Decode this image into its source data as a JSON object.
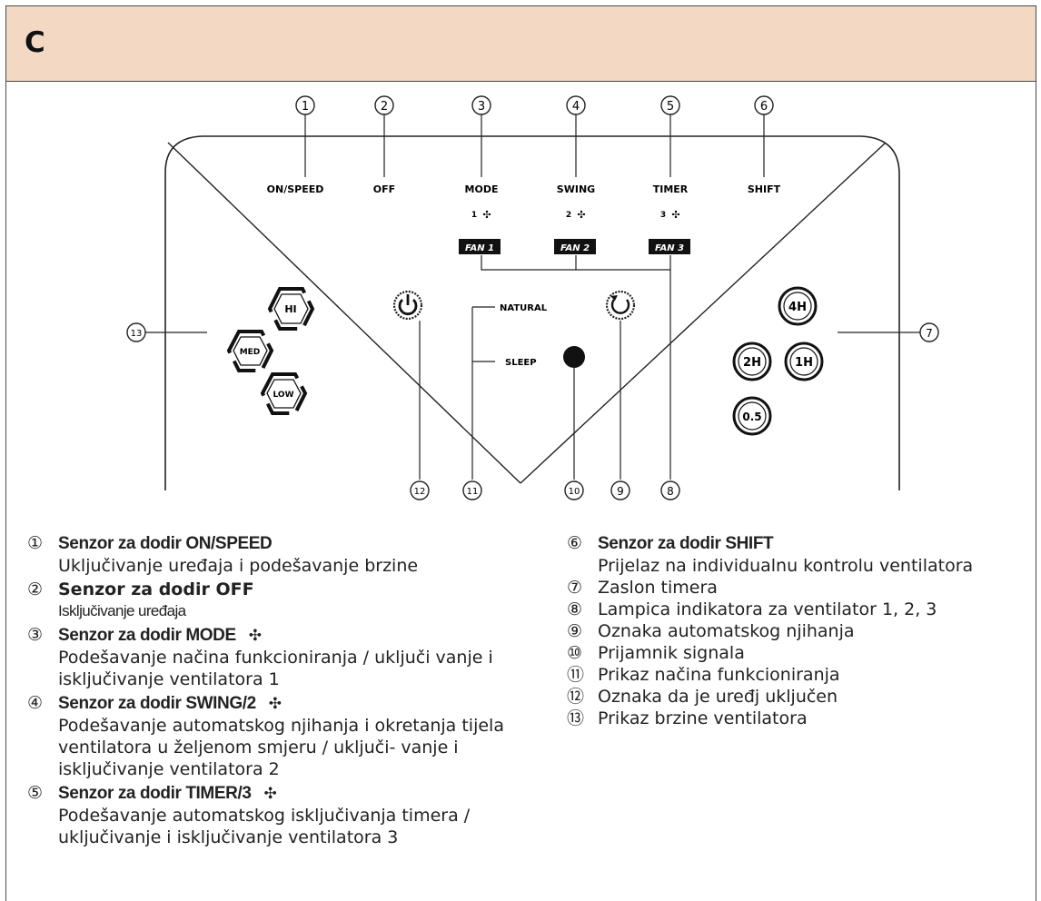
{
  "header": {
    "label": "C"
  },
  "panel": {
    "button_labels": [
      "ON/SPEED",
      "OFF",
      "MODE",
      "SWING",
      "TIMER",
      "SHIFT"
    ],
    "top_numbers": [
      "①",
      "②",
      "③",
      "④",
      "⑤",
      "⑥"
    ],
    "fan_numbers": [
      "1",
      "2",
      "3"
    ],
    "fan_badges": [
      "FAN 1",
      "FAN 2",
      "FAN 3"
    ],
    "mode_labels": {
      "natural": "NATURAL",
      "sleep": "SLEEP"
    },
    "speed_labels": {
      "hi": "HI",
      "med": "MED",
      "low": "LOW"
    },
    "timer_labels": {
      "t4": "4H",
      "t2": "2H",
      "t1": "1H",
      "t05": "0.5"
    },
    "bottom_numbers": [
      "⑫",
      "⑪",
      "⑩",
      "⑨",
      "⑧"
    ],
    "side_numbers": {
      "left": "⑬",
      "right": "⑦"
    }
  },
  "legend_left": [
    {
      "num": "①",
      "title": "Senzor za dodir ON/SPEED",
      "desc": "Uključivanje uređaja i podešavanje brzine"
    },
    {
      "num": "②",
      "title": "Senzor za dodir OFF",
      "desc": "Isključivanje uređaja"
    },
    {
      "num": "③",
      "title": "Senzor za dodir MODE",
      "desc": "Podešavanje načina funkcioniranja / uključi vanje i isključivanje ventilatora 1"
    },
    {
      "num": "④",
      "title": "Senzor za dodir SWING/2",
      "desc": "Podešavanje automatskog njihanja i okretanja tijela ventilatora u željenom smjeru / uključi- vanje i isključivanje ventilatora 2"
    },
    {
      "num": "⑤",
      "title": "Senzor za dodir TIMER/3",
      "desc": "Podešavanje automatskog isključivanja timera / uključivanje i isključivanje ventilatora 3"
    }
  ],
  "legend_right": [
    {
      "num": "⑥",
      "title": "Senzor za dodir SHIFT",
      "desc": "Prijelaz na individualnu kontrolu ventilatora"
    },
    {
      "num": "⑦",
      "title": "",
      "desc": "Zaslon timera"
    },
    {
      "num": "⑧",
      "title": "",
      "desc": "Lampica indikatora za ventilator 1, 2, 3"
    },
    {
      "num": "⑨",
      "title": "",
      "desc": "Oznaka automatskog njihanja"
    },
    {
      "num": "⑩",
      "title": "",
      "desc": "Prijamnik signala"
    },
    {
      "num": "⑪",
      "title": "",
      "desc": "Prikaz načina funkcioniranja"
    },
    {
      "num": "⑫",
      "title": "",
      "desc": "Oznaka da je uređj uključen"
    },
    {
      "num": "⑬",
      "title": "",
      "desc": "Prikaz brzine ventilatora"
    }
  ],
  "colors": {
    "header_bg": "#f3d8c4",
    "line": "#222222",
    "border": "#4a4a4a"
  },
  "icons": {
    "power": "power-icon",
    "swing": "swing-icon",
    "receiver": "ir-receiver-dot",
    "fan": "fan-icon"
  }
}
